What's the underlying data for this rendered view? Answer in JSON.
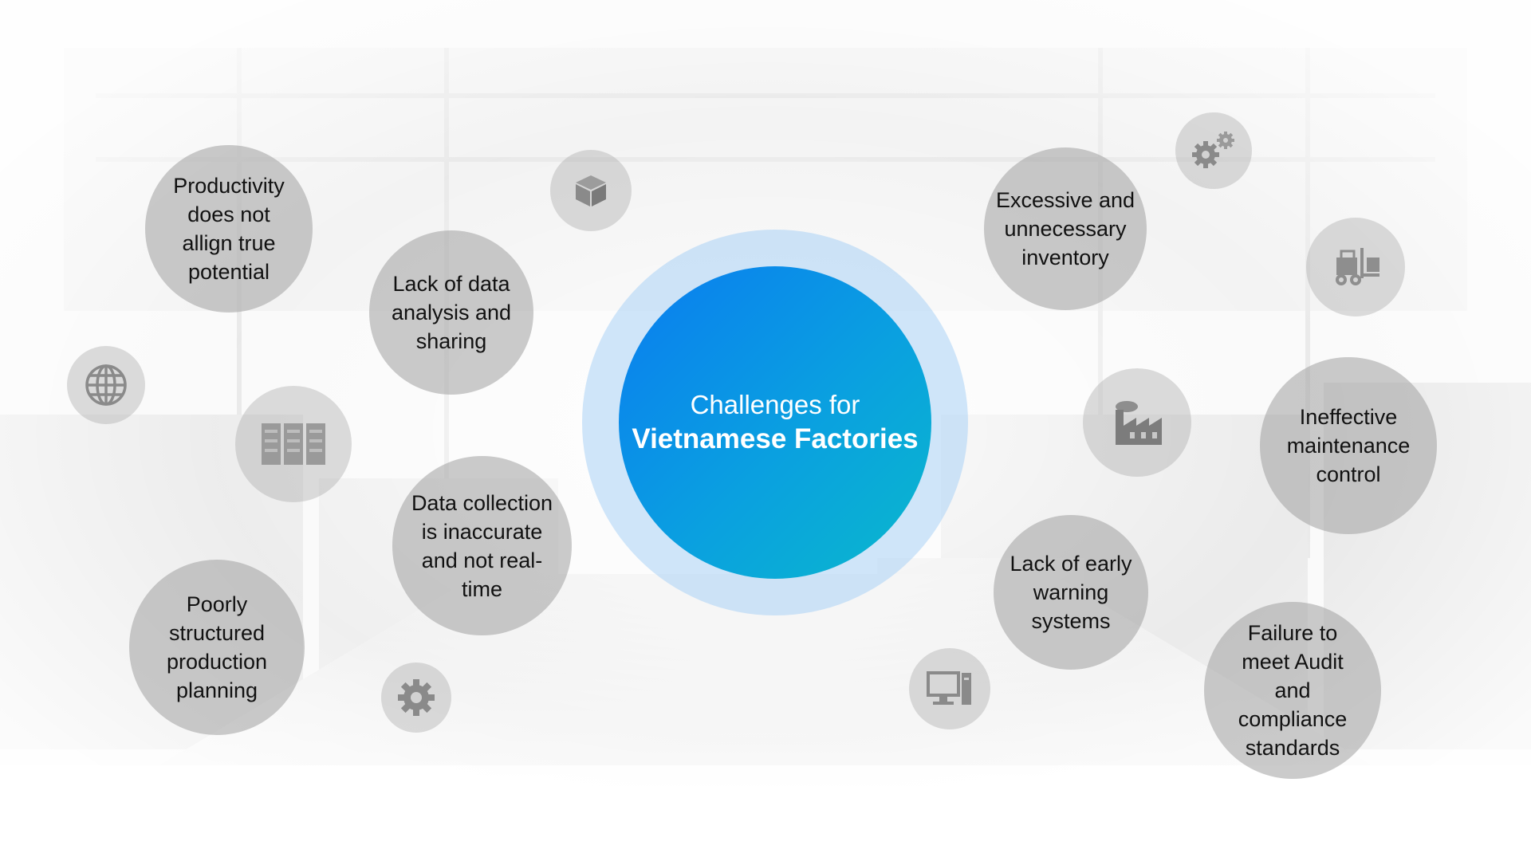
{
  "center": {
    "line1": "Challenges for",
    "line2": "Vietnamese Factories"
  },
  "challenges": [
    {
      "text": "Productivity does not allign true potential"
    },
    {
      "text": "Lack of data analysis and sharing"
    },
    {
      "text": "Data collection is inaccurate and not real-time"
    },
    {
      "text": "Poorly structured production planning"
    },
    {
      "text": "Excessive and unnecessary inventory"
    },
    {
      "text": "Ineffective maintenance control"
    },
    {
      "text": "Lack of early warning systems"
    },
    {
      "text": "Failure to meet Audit and compliance standards"
    }
  ],
  "icons": [
    "box-icon",
    "globe-icon",
    "server-icon",
    "gear-icon",
    "gears-icon",
    "forklift-icon",
    "factory-icon",
    "computer-icon"
  ],
  "colors": {
    "bubble": "#a0a0a0",
    "center_start": "#0a7cf0",
    "center_end": "#0ab8cc",
    "halo": "#aad2f5"
  }
}
